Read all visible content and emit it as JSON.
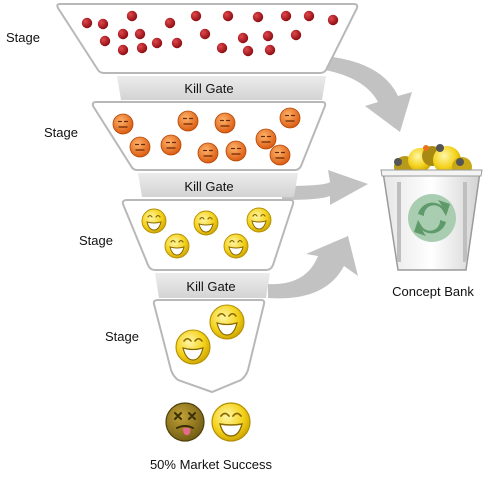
{
  "labels": {
    "stage_1": "Stage",
    "stage_2": "Stage",
    "stage_3": "Stage",
    "stage_4": "Stage",
    "gate_1": "Kill Gate",
    "gate_2": "Kill Gate",
    "gate_3": "Kill Gate",
    "concept_bank": "Concept Bank",
    "outcome": "50% Market Success"
  },
  "stages": [
    {
      "ideas": 24,
      "icon": "red-dot-icon"
    },
    {
      "ideas": 10,
      "icon": "orange-neutral-face-icon"
    },
    {
      "ideas": 5,
      "icon": "yellow-smiley-face-icon"
    },
    {
      "ideas": 2,
      "icon": "yellow-big-smiley-face-icon"
    }
  ],
  "outcome_icons": [
    "dead-face-icon",
    "happy-face-icon"
  ],
  "bank_icon": "recycle-bin-icon",
  "colors": {
    "funnel_stroke": "#b8b8b8",
    "gate_fill": "#dddddd",
    "arrow": "#c2c2c2",
    "idea_red": "#b0141a",
    "idea_orange": "#e9711c",
    "idea_yellow": "#f2cc16",
    "recycle": "#8fbf9a"
  }
}
